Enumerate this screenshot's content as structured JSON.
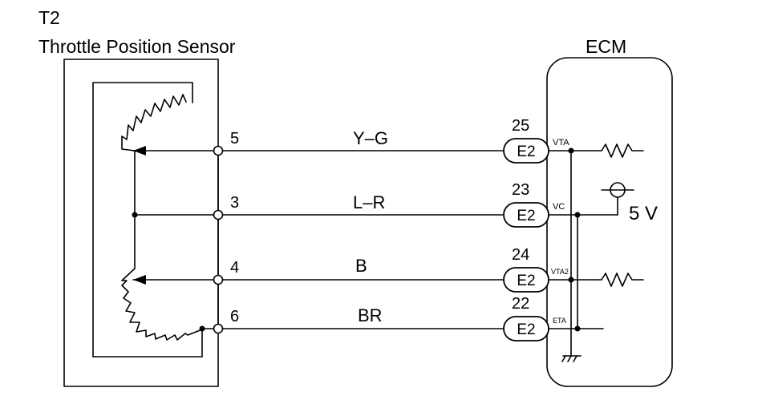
{
  "component": {
    "id": "T2",
    "name": "Throttle Position Sensor"
  },
  "ecm": {
    "title": "ECM",
    "supply": "5 V"
  },
  "connections": [
    {
      "sensor_pin": "5",
      "wire_color": "Y–G",
      "ecm_pin": "25",
      "connector": "E2",
      "terminal": "VTA"
    },
    {
      "sensor_pin": "3",
      "wire_color": "L–R",
      "ecm_pin": "23",
      "connector": "E2",
      "terminal": "VC"
    },
    {
      "sensor_pin": "4",
      "wire_color": "B",
      "ecm_pin": "24",
      "connector": "E2",
      "terminal": "VTA2"
    },
    {
      "sensor_pin": "6",
      "wire_color": "BR",
      "ecm_pin": "22",
      "connector": "E2",
      "terminal": "ETA"
    }
  ]
}
